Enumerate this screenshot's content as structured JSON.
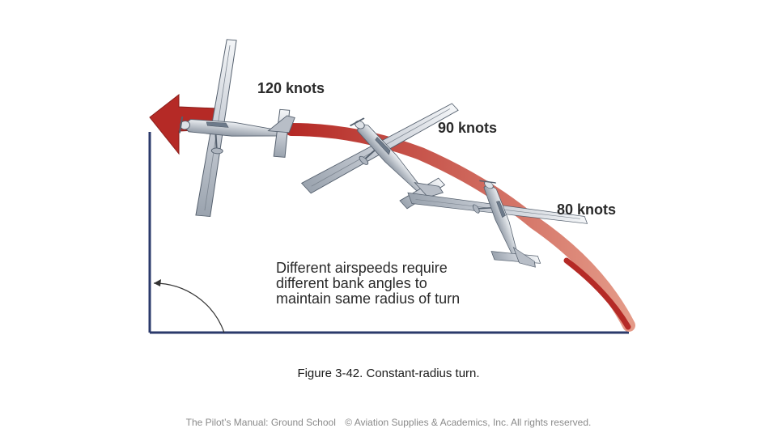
{
  "figure": {
    "labels": {
      "knots_120": "120 knots",
      "knots_90": "90 knots",
      "knots_80": "80 knots"
    },
    "note_lines": [
      "Different airspeeds require",
      "different bank angles to",
      "maintain same radius of turn"
    ],
    "colors": {
      "arrow_red": "#b52a26",
      "arc_salmon": "#d97a6a",
      "axis_navy": "#2b3a6b",
      "plane_silver": "#c9ced6",
      "plane_outline": "#55606e"
    },
    "icons": [
      "direction-arrow-icon",
      "airplane-icon",
      "turn-angle-arrow-icon"
    ]
  },
  "caption": {
    "figure_number": "Figure 3-42.",
    "title": "Constant-radius turn."
  },
  "footer": {
    "left": "The Pilot’s Manual: Ground School",
    "right": "© Aviation Supplies & Academics, Inc. All rights reserved."
  }
}
